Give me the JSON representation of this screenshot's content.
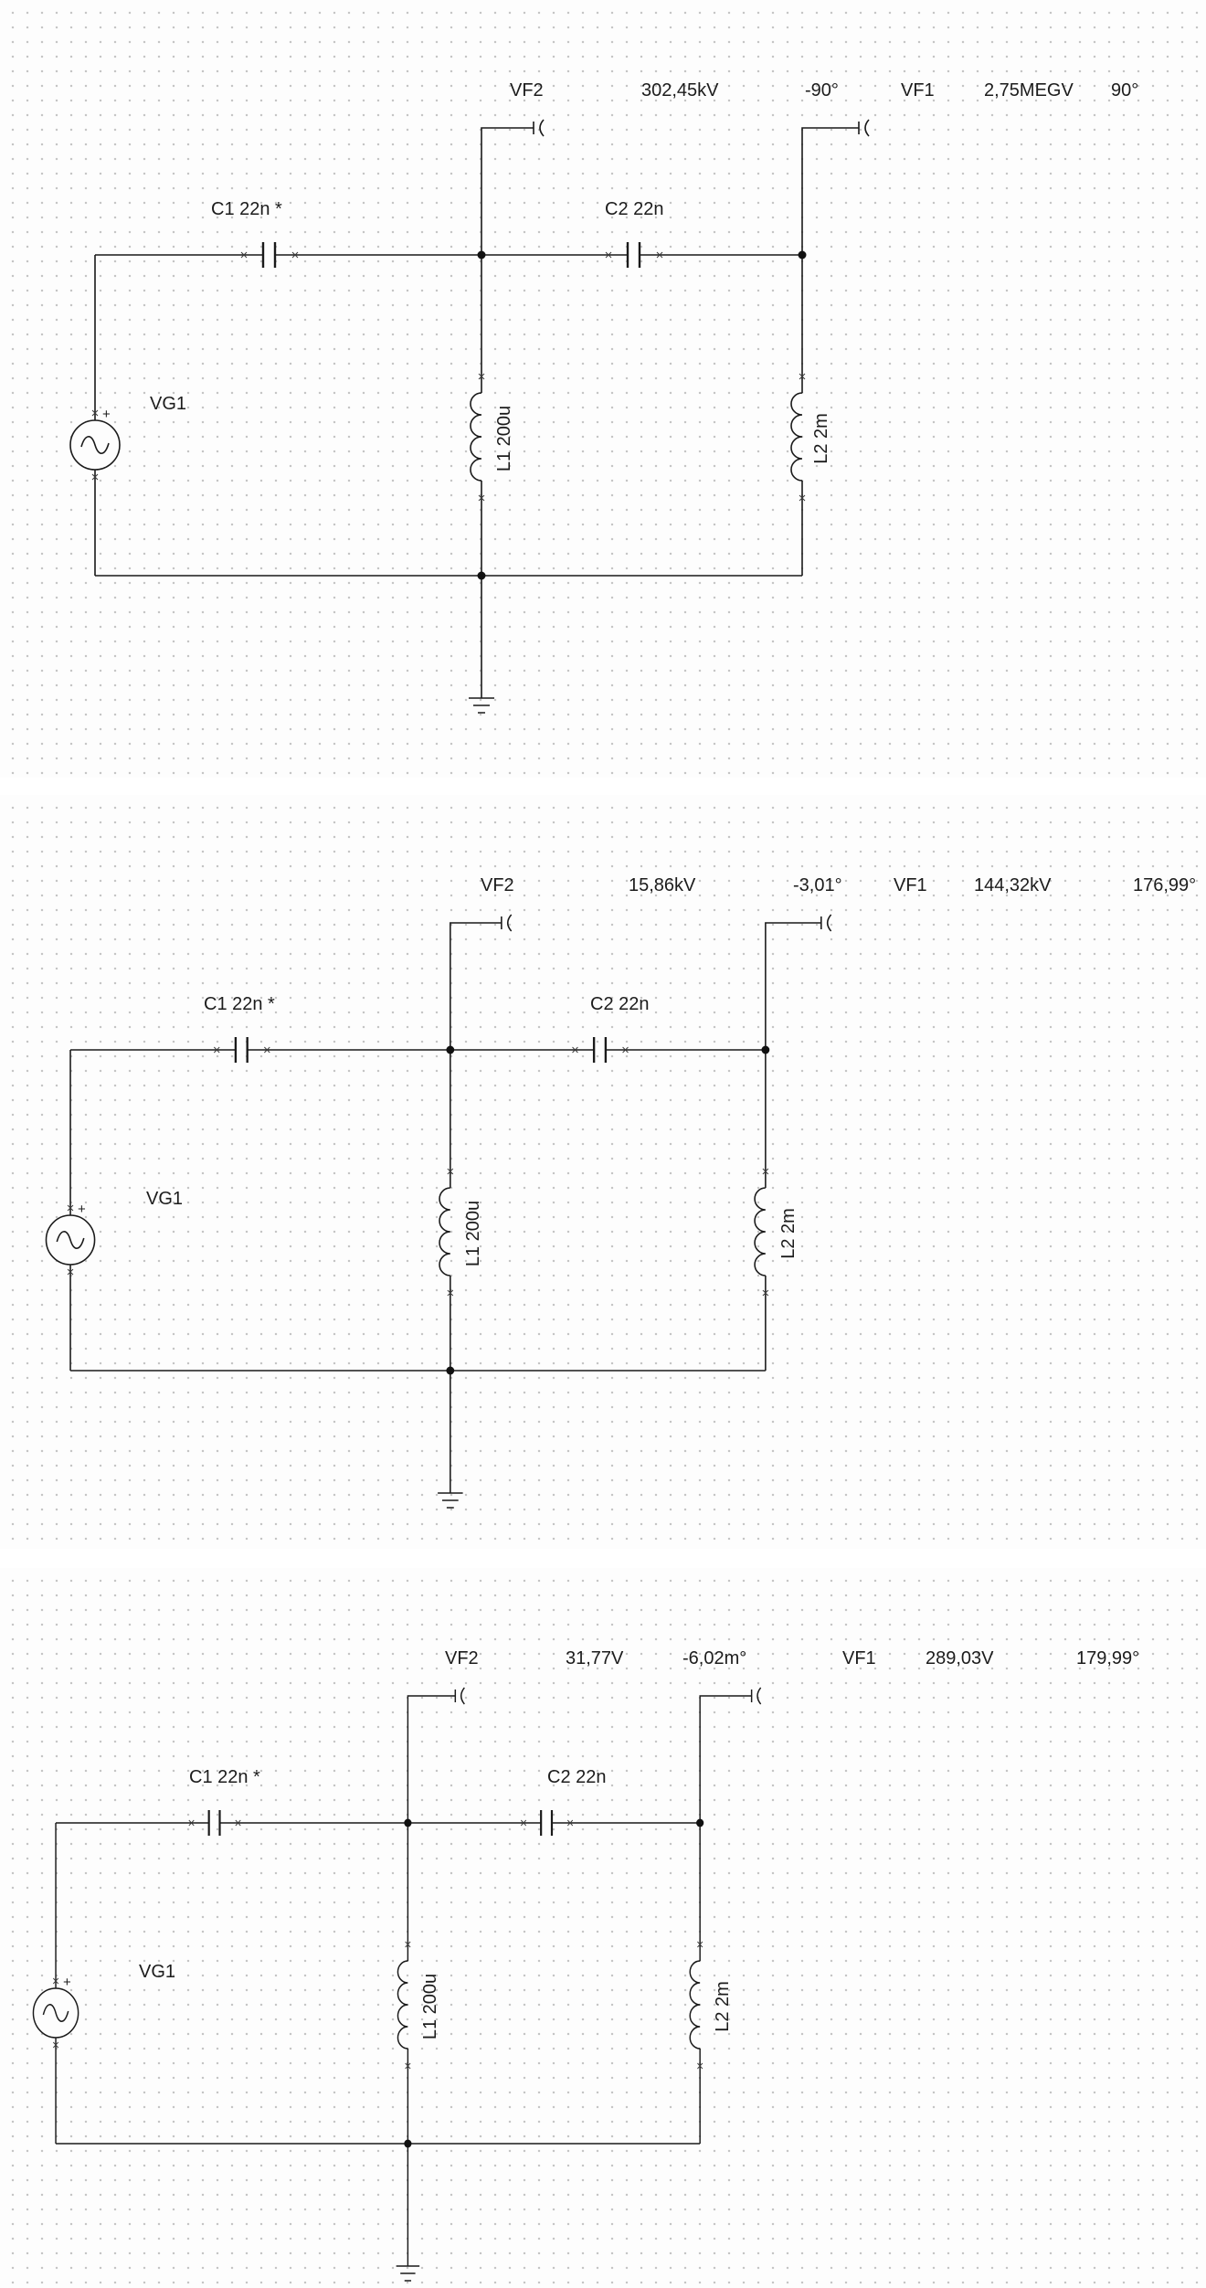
{
  "page": {
    "background": "#ffffff",
    "grid_dot_color": "#c5c5c5",
    "wire_color": "#1a1a1a"
  },
  "circuits": [
    {
      "name": "circuit-1",
      "probes": {
        "vf2": {
          "label": "VF2",
          "value": "302,45kV",
          "angle": "-90°"
        },
        "vf1": {
          "label": "VF1",
          "value": "2,75MEGV",
          "angle": "90°"
        }
      },
      "components": {
        "c1": "C1 22n *",
        "c2": "C2 22n",
        "l1": "L1 200u",
        "l2": "L2 2m",
        "vg1": "VG1",
        "vg1_polarity": "+"
      }
    },
    {
      "name": "circuit-2",
      "probes": {
        "vf2": {
          "label": "VF2",
          "value": "15,86kV",
          "angle": "-3,01°"
        },
        "vf1": {
          "label": "VF1",
          "value": "144,32kV",
          "angle": "176,99°"
        }
      },
      "components": {
        "c1": "C1 22n *",
        "c2": "C2 22n",
        "l1": "L1 200u",
        "l2": "L2 2m",
        "vg1": "VG1",
        "vg1_polarity": "+"
      }
    },
    {
      "name": "circuit-3",
      "probes": {
        "vf2": {
          "label": "VF2",
          "value": "31,77V",
          "angle": "-6,02m°"
        },
        "vf1": {
          "label": "VF1",
          "value": "289,03V",
          "angle": "179,99°"
        }
      },
      "components": {
        "c1": "C1 22n *",
        "c2": "C2 22n",
        "l1": "L1 200u",
        "l2": "L2 2m",
        "vg1": "VG1",
        "vg1_polarity": "+"
      }
    }
  ]
}
